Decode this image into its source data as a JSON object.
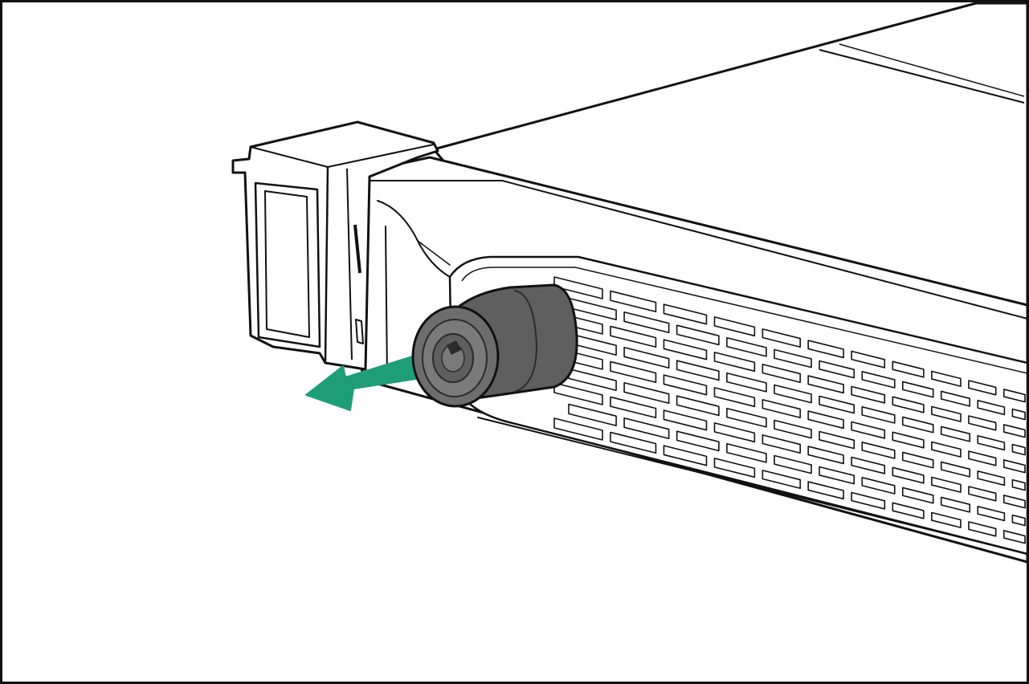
{
  "illustration": {
    "subject": "server-bezel-lock-removal",
    "components": [
      "server-chassis",
      "mounting-ear",
      "front-bezel",
      "bezel-grille",
      "bezel-lock-cylinder",
      "direction-arrow"
    ],
    "colors": {
      "background": "#ffffff",
      "line": "#111111",
      "chassis_fill": "#ffffff",
      "lock_body": "#5f5f5f",
      "lock_face": "#7a7a7a",
      "lock_dark": "#2b2b2b",
      "arrow": "#1e9e77"
    },
    "icons": [
      "chassis-outline",
      "ear-bracket",
      "grille-slots",
      "lock-cylinder",
      "pull-arrow"
    ]
  }
}
